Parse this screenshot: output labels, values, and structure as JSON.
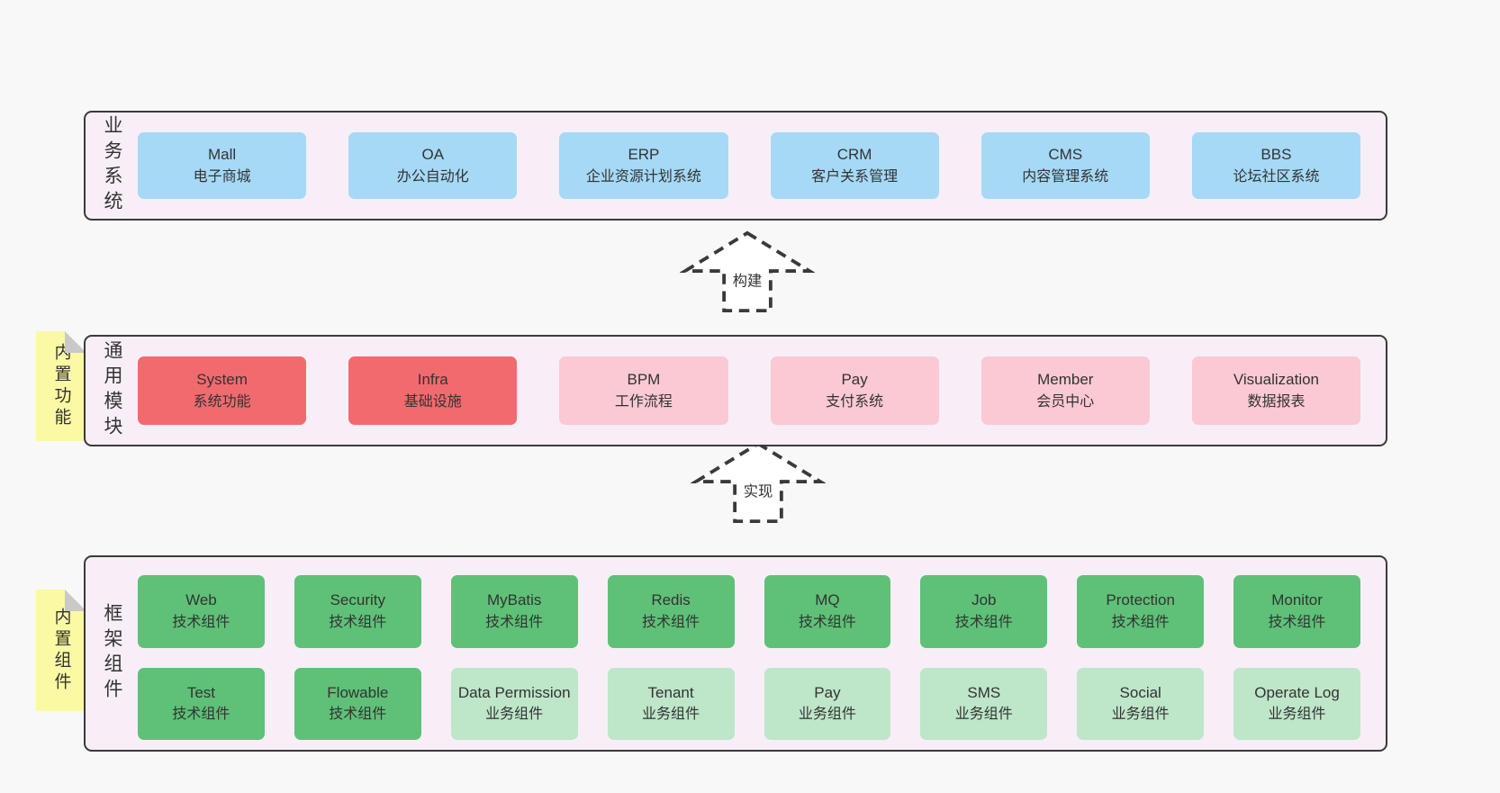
{
  "colors": {
    "page_bg": "#f8f8f8",
    "container_bg": "#f8eef7",
    "container_border": "#3a3a3a",
    "blue": "#a5d9f6",
    "red": "#f16a6e",
    "pink": "#fac9d3",
    "green_dark": "#5ec177",
    "green_light": "#bee6c9",
    "sticky_yellow": "#fbf9a3",
    "text": "#333333"
  },
  "business": {
    "label": "业务系统",
    "boxes": [
      {
        "en": "Mall",
        "zh": "电子商城"
      },
      {
        "en": "OA",
        "zh": "办公自动化"
      },
      {
        "en": "ERP",
        "zh": "企业资源计划系统"
      },
      {
        "en": "CRM",
        "zh": "客户关系管理"
      },
      {
        "en": "CMS",
        "zh": "内容管理系统"
      },
      {
        "en": "BBS",
        "zh": "论坛社区系统"
      }
    ]
  },
  "arrow_build": {
    "label": "构建"
  },
  "arrow_implement": {
    "label": "实现"
  },
  "modules": {
    "label": "通用模块",
    "sticky": "内置功能",
    "boxes": [
      {
        "en": "System",
        "zh": "系统功能"
      },
      {
        "en": "Infra",
        "zh": "基础设施"
      },
      {
        "en": "BPM",
        "zh": "工作流程"
      },
      {
        "en": "Pay",
        "zh": "支付系统"
      },
      {
        "en": "Member",
        "zh": "会员中心"
      },
      {
        "en": "Visualization",
        "zh": "数据报表"
      }
    ]
  },
  "components": {
    "label": "框架组件",
    "sticky": "内置组件",
    "row1": [
      {
        "en": "Web",
        "zh": "技术组件"
      },
      {
        "en": "Security",
        "zh": "技术组件"
      },
      {
        "en": "MyBatis",
        "zh": "技术组件"
      },
      {
        "en": "Redis",
        "zh": "技术组件"
      },
      {
        "en": "MQ",
        "zh": "技术组件"
      },
      {
        "en": "Job",
        "zh": "技术组件"
      },
      {
        "en": "Protection",
        "zh": "技术组件"
      },
      {
        "en": "Monitor",
        "zh": "技术组件"
      }
    ],
    "row2": [
      {
        "en": "Test",
        "zh": "技术组件"
      },
      {
        "en": "Flowable",
        "zh": "技术组件"
      },
      {
        "en": "Data Permission",
        "zh": "业务组件"
      },
      {
        "en": "Tenant",
        "zh": "业务组件"
      },
      {
        "en": "Pay",
        "zh": "业务组件"
      },
      {
        "en": "SMS",
        "zh": "业务组件"
      },
      {
        "en": "Social",
        "zh": "业务组件"
      },
      {
        "en": "Operate Log",
        "zh": "业务组件"
      }
    ]
  }
}
